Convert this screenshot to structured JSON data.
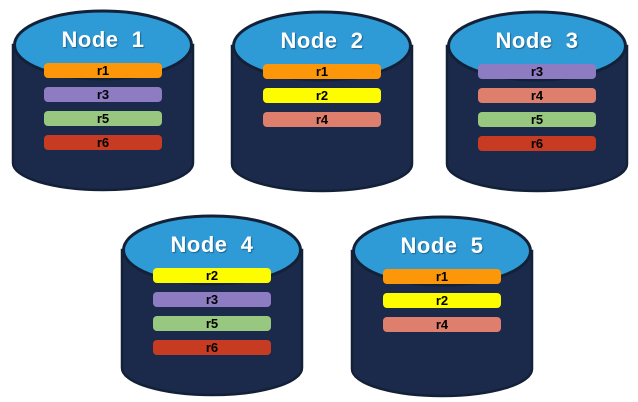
{
  "diagram": {
    "background_color": "#ffffff",
    "cylinder_body_color": "#1B2A4A",
    "cylinder_top_color": "#2E9AD6",
    "cylinder_outline_color": "#132138",
    "title_text_color": "#ffffff",
    "bar_text_color": "#000000"
  },
  "replica_colors": {
    "r1": "#FB9709",
    "r2": "#FDFD00",
    "r3": "#8E7CC3",
    "r4": "#DD7F6C",
    "r5": "#98C77F",
    "r6": "#C63B22"
  },
  "nodes": [
    {
      "label": "Node  1",
      "replicas": [
        {
          "label": "r1",
          "color": "#FB9709"
        },
        {
          "label": "r3",
          "color": "#8E7CC3"
        },
        {
          "label": "r5",
          "color": "#98C77F"
        },
        {
          "label": "r6",
          "color": "#C63B22"
        }
      ]
    },
    {
      "label": "Node  2",
      "replicas": [
        {
          "label": "r1",
          "color": "#FB9709"
        },
        {
          "label": "r2",
          "color": "#FDFD00"
        },
        {
          "label": "r4",
          "color": "#DD7F6C"
        }
      ]
    },
    {
      "label": "Node  3",
      "replicas": [
        {
          "label": "r3",
          "color": "#8E7CC3"
        },
        {
          "label": "r4",
          "color": "#DD7F6C"
        },
        {
          "label": "r5",
          "color": "#98C77F"
        },
        {
          "label": "r6",
          "color": "#C63B22"
        }
      ]
    },
    {
      "label": "Node  4",
      "replicas": [
        {
          "label": "r2",
          "color": "#FDFD00"
        },
        {
          "label": "r3",
          "color": "#8E7CC3"
        },
        {
          "label": "r5",
          "color": "#98C77F"
        },
        {
          "label": "r6",
          "color": "#C63B22"
        }
      ]
    },
    {
      "label": "Node  5",
      "replicas": [
        {
          "label": "r1",
          "color": "#FB9709"
        },
        {
          "label": "r2",
          "color": "#FDFD00"
        },
        {
          "label": "r4",
          "color": "#DD7F6C"
        }
      ]
    }
  ]
}
